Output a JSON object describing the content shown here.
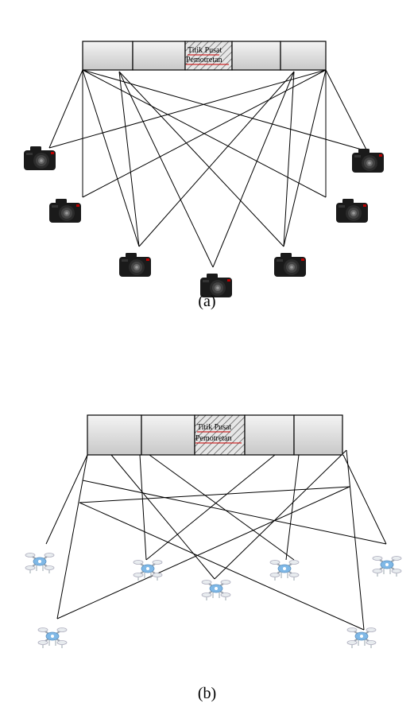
{
  "figure": {
    "center_label_line1": "Titik Pusat",
    "center_label_line2": "Pemotretan",
    "caption_a": "(a)",
    "caption_b": "(b)"
  },
  "icons": {
    "panel_a_device": "camera-icon",
    "panel_b_device": "drone-icon"
  }
}
